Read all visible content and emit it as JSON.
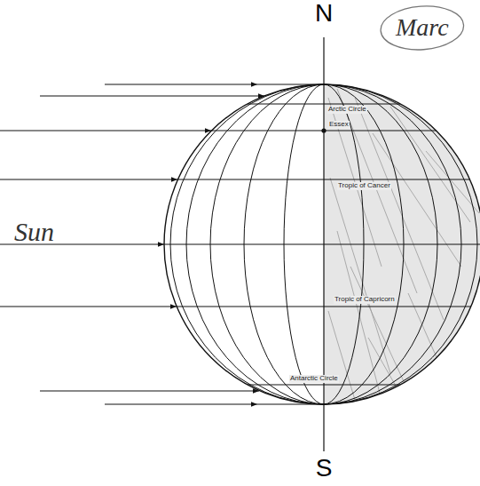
{
  "diagram": {
    "nodes": [
      {
        "text": [
          "Marc"
        ]
      }
    ],
    "labels": [
      "N",
      "S",
      "Sun",
      "Arctic Circle",
      "Essex",
      "Tropic of Cancer",
      "Tropic of Capricorn",
      "Antarctic Circle"
    ]
  }
}
